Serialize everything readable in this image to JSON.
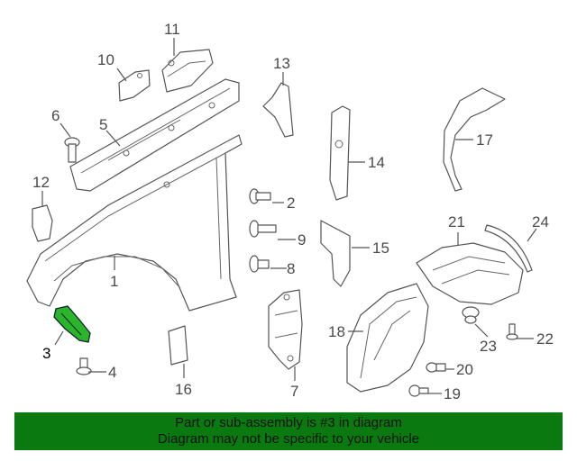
{
  "diagram": {
    "highlight_color": "#2bb52b",
    "callouts": [
      {
        "id": "1",
        "label": "1"
      },
      {
        "id": "2",
        "label": "2"
      },
      {
        "id": "3",
        "label": "3"
      },
      {
        "id": "4",
        "label": "4"
      },
      {
        "id": "5",
        "label": "5"
      },
      {
        "id": "6",
        "label": "6"
      },
      {
        "id": "7",
        "label": "7"
      },
      {
        "id": "8",
        "label": "8"
      },
      {
        "id": "9",
        "label": "9"
      },
      {
        "id": "10",
        "label": "10"
      },
      {
        "id": "11",
        "label": "11"
      },
      {
        "id": "12",
        "label": "12"
      },
      {
        "id": "13",
        "label": "13"
      },
      {
        "id": "14",
        "label": "14"
      },
      {
        "id": "15",
        "label": "15"
      },
      {
        "id": "16",
        "label": "16"
      },
      {
        "id": "17",
        "label": "17"
      },
      {
        "id": "18",
        "label": "18"
      },
      {
        "id": "19",
        "label": "19"
      },
      {
        "id": "20",
        "label": "20"
      },
      {
        "id": "21",
        "label": "21"
      },
      {
        "id": "22",
        "label": "22"
      },
      {
        "id": "23",
        "label": "23"
      },
      {
        "id": "24",
        "label": "24"
      }
    ],
    "highlighted_part": "3"
  },
  "banner": {
    "line1": "Part or sub-assembly is #3 in diagram",
    "line2": "Diagram may not be specific to your vehicle",
    "background": "#0a7a10"
  }
}
